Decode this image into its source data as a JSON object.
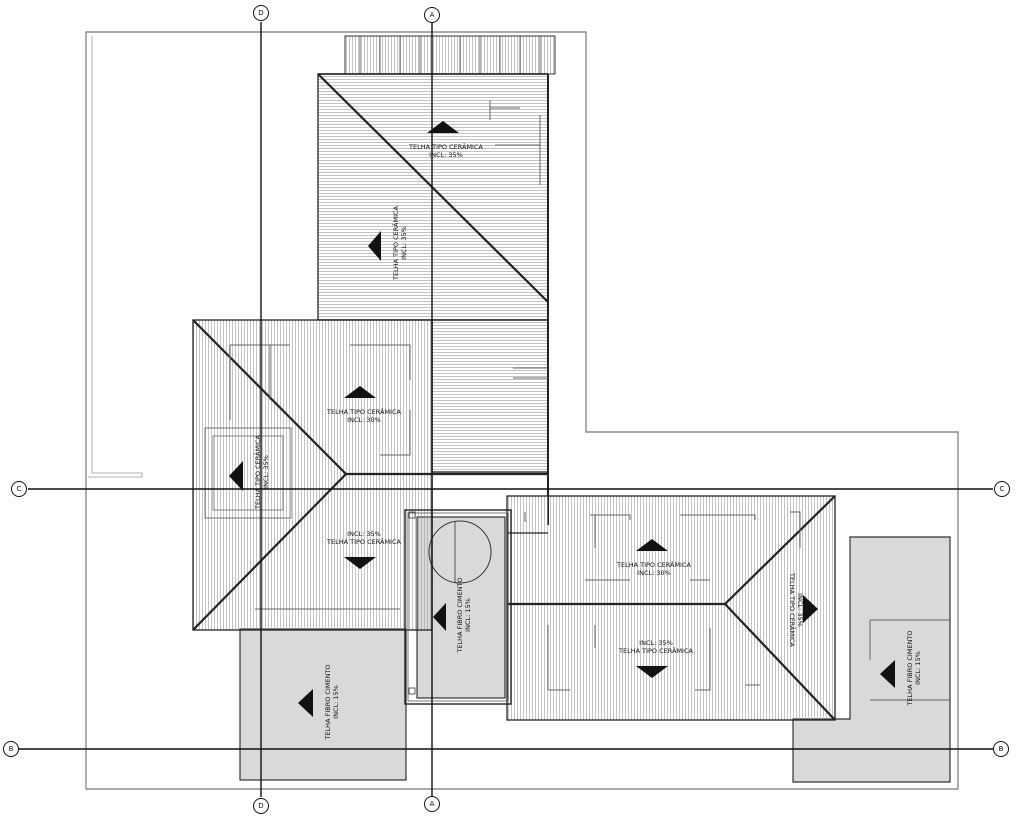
{
  "axes": {
    "a": "A",
    "b": "B",
    "c": "C",
    "d": "D"
  },
  "roof_labels": {
    "t1_type": "TELHA TIPO CERÂMICA",
    "t1_incl": "INCL: 35%",
    "t2_type": "TELHA TIPO CERÂMICA",
    "t2_incl": "INCL: 35%",
    "t3_type": "TELHA TIPO CERÂMICA",
    "t3_incl": "INCL: 30%",
    "t4_type": "TELHA TIPO CERÂMICA",
    "t4_incl": "INCL: 35%",
    "t5_incl": "INCL: 35%",
    "t5_type": "TELHA TIPO CERÂMICA",
    "t6_type": "TELHA FIBRO CIMENTO",
    "t6_incl": "INCL: 15%",
    "t7_type": "TELHA TIPO CERÂMICA",
    "t7_incl": "INCL: 30%",
    "t8_type": "TELHA TIPO CERÂMICA",
    "t8_incl": "INCL: 35%",
    "t9_incl": "INCL: 35%",
    "t9_type": "TELHA TIPO CERÂMICA",
    "t10_type": "TELHA FIBRO CIMENTO",
    "t10_incl": "INCL: 15%",
    "t11_type": "TELHA FIBRO CIMENTO",
    "t11_incl": "INCL: 15%"
  }
}
